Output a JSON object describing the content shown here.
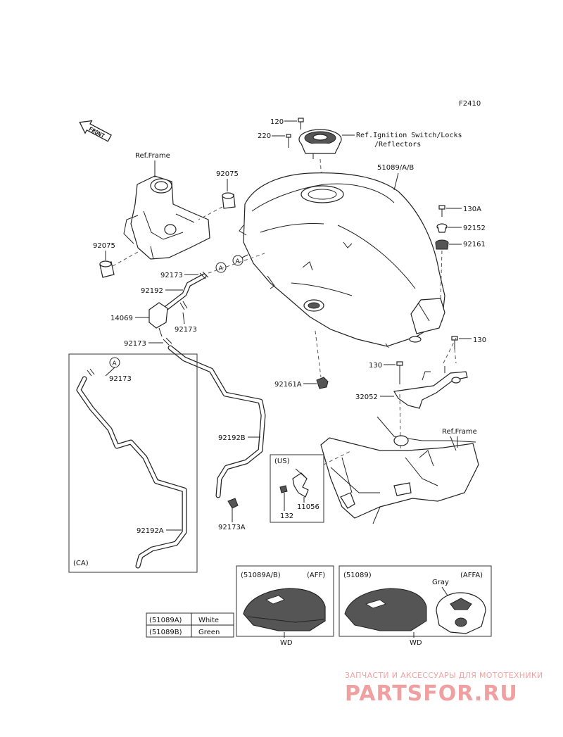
{
  "figure_code": "F2410",
  "front_label": "FRONT",
  "labels": {
    "p120": "120",
    "p220": "220",
    "ref_ignition_1": "Ref.Ignition Switch/Locks",
    "ref_ignition_2": "/Reflectors",
    "p51089": "51089/A/B",
    "ref_frame_top": "Ref.Frame",
    "p92075_top": "92075",
    "p92075_left": "92075",
    "p130A": "130A",
    "p92152": "92152",
    "p92161": "92161",
    "p92173_a": "92173",
    "p92192": "92192",
    "p14069": "14069",
    "p92173_b": "92173",
    "p92173_c": "92173",
    "p130_right": "130",
    "p130_mid": "130",
    "p92161A": "92161A",
    "p32052": "32052",
    "ref_frame_bottom": "Ref.Frame",
    "p92173_ca": "92173",
    "p92192B": "92192B",
    "p92173A": "92173A",
    "p92192A": "92192A",
    "ca": "(CA)",
    "us": "(US)",
    "p11056": "11056",
    "p132": "132",
    "circle_a1": "A",
    "circle_a2": "A",
    "circle_a3": "A"
  },
  "variant_boxes": {
    "left": {
      "code": "(51089A/B)",
      "tag": "(AFF)",
      "caption": "WD"
    },
    "right": {
      "code": "(51089)",
      "tag": "(AFFA)",
      "color": "Gray",
      "caption": "WD"
    }
  },
  "color_table": [
    {
      "code": "(51089A)",
      "color": "White"
    },
    {
      "code": "(51089B)",
      "color": "Green"
    }
  ],
  "watermark": {
    "line1": "ЗАПЧАСТИ И АКСЕССУАРЫ ДЛЯ МОТОТЕХНИКИ",
    "line2": "PARTSFOR.RU"
  },
  "colors": {
    "ink": "#222222",
    "watermark": "#f0a0a0"
  }
}
